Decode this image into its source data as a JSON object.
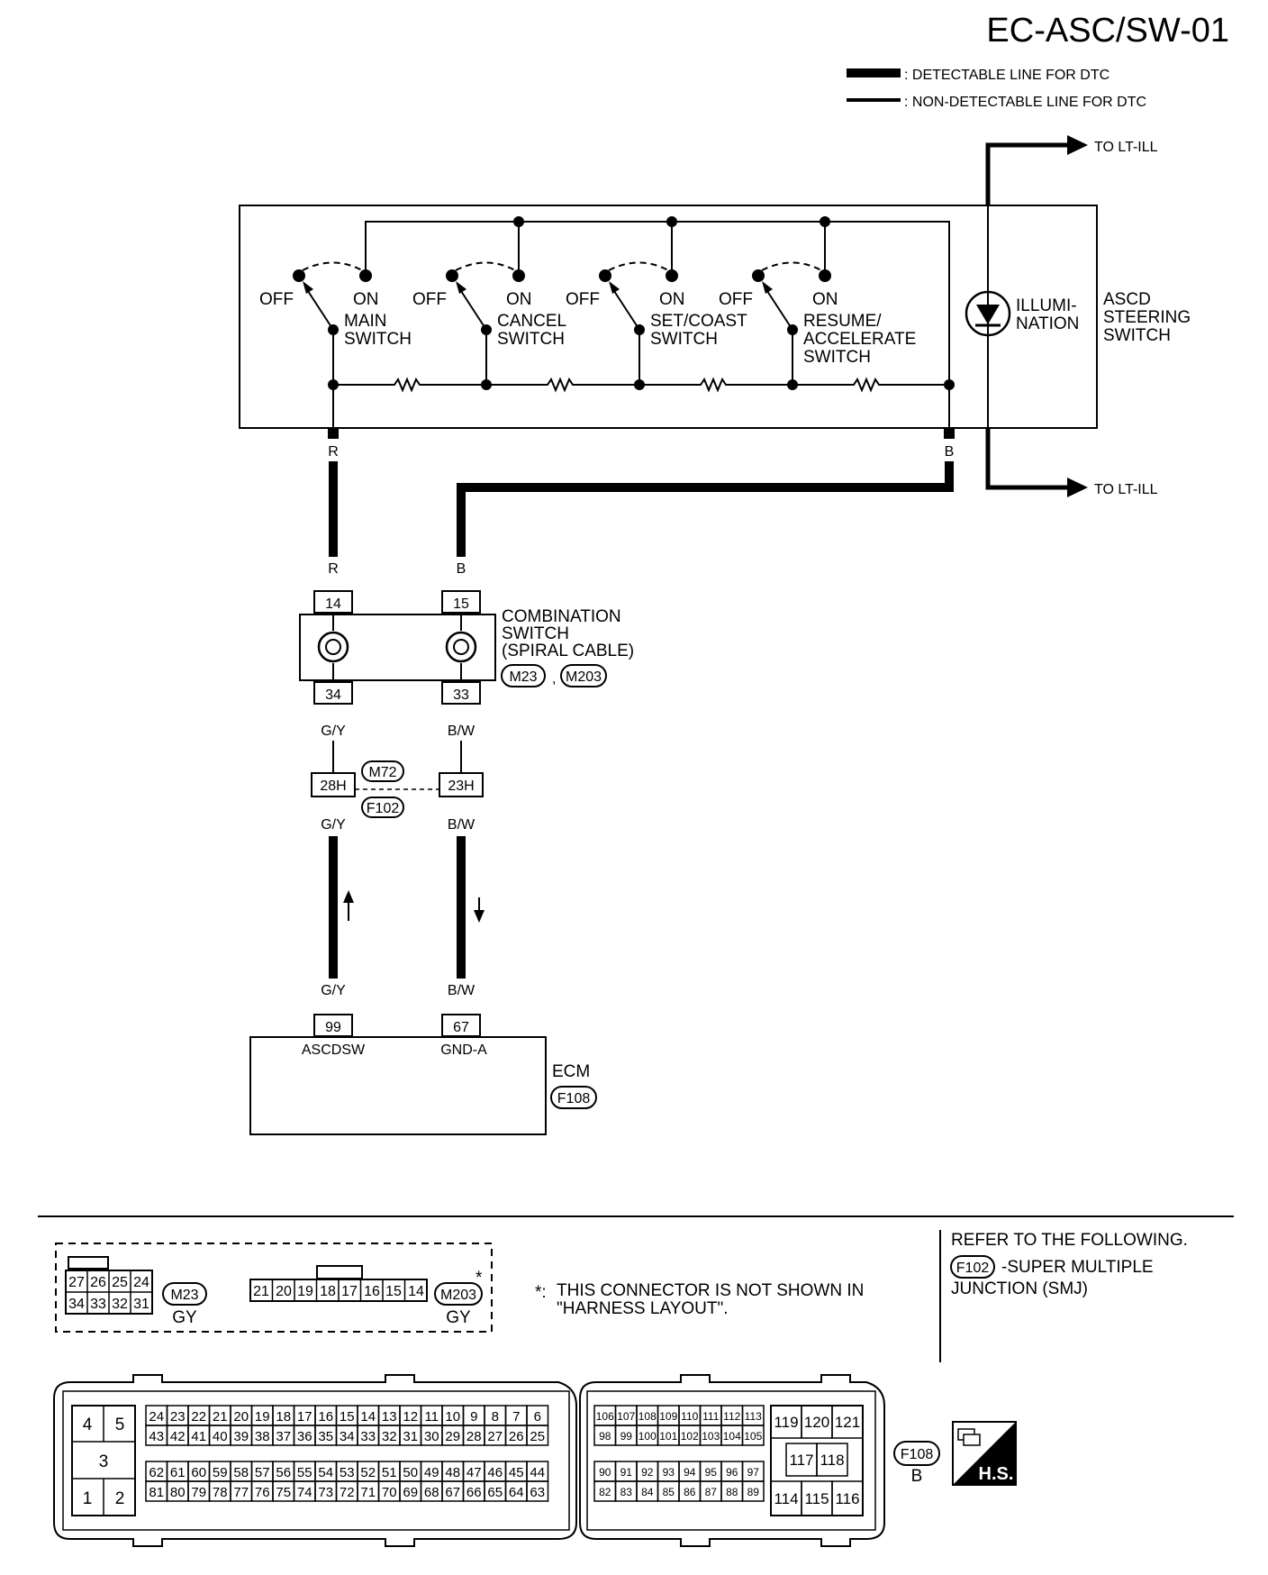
{
  "title": "EC-ASC/SW-01",
  "legend": {
    "detectable": ": DETECTABLE LINE FOR DTC",
    "non_detectable": ": NON-DETECTABLE LINE FOR DTC"
  },
  "to_lt_ill": "TO LT-ILL",
  "steering_switch": {
    "name_lines": [
      "ASCD",
      "STEERING",
      "SWITCH"
    ],
    "illumination_lines": [
      "ILLUMI-",
      "NATION"
    ],
    "off": "OFF",
    "on": "ON",
    "switches": [
      {
        "lines": [
          "MAIN",
          "SWITCH"
        ]
      },
      {
        "lines": [
          "CANCEL",
          "SWITCH"
        ]
      },
      {
        "lines": [
          "SET/COAST",
          "SWITCH"
        ]
      },
      {
        "lines": [
          "RESUME/",
          "ACCELERATE",
          "SWITCH"
        ]
      }
    ]
  },
  "wires": {
    "r": "R",
    "b": "B",
    "gy": "G/Y",
    "bw": "B/W"
  },
  "combination_switch": {
    "lines": [
      "COMBINATION",
      "SWITCH",
      "(SPIRAL CABLE)"
    ],
    "pin_top_left": "14",
    "pin_top_right": "15",
    "pin_bottom_left": "34",
    "pin_bottom_right": "33",
    "conn_a": "M23",
    "conn_sep": ",",
    "conn_b": "M203"
  },
  "joint": {
    "pin_left": "28H",
    "pin_right": "23H",
    "conn_top": "M72",
    "conn_bottom": "F102"
  },
  "ecm": {
    "name": "ECM",
    "conn": "F108",
    "pin_left": "99",
    "pin_right": "67",
    "term_left": "ASCDSW",
    "term_right": "GND-A"
  },
  "connectors_detail": {
    "m23": {
      "row1": [
        "27",
        "26",
        "25",
        "24"
      ],
      "row2": [
        "34",
        "33",
        "32",
        "31"
      ],
      "id": "M23",
      "color": "GY"
    },
    "m203": {
      "row": [
        "21",
        "20",
        "19",
        "18",
        "17",
        "16",
        "15",
        "14"
      ],
      "id": "M203",
      "color": "GY",
      "star": "*"
    },
    "note_star": "*:",
    "note_lines": [
      "THIS CONNECTOR IS NOT SHOWN IN",
      "\"HARNESS LAYOUT\"."
    ],
    "refer_lines": [
      "REFER TO THE FOLLOWING."
    ],
    "refer_conn": "F102",
    "refer_text_1": "-SUPER MULTIPLE",
    "refer_text_2": "JUNCTION (SMJ)"
  },
  "ecm_connector": {
    "id": "F108",
    "color": "B",
    "hs_label": "H.S.",
    "left_block": [
      "4",
      "5",
      "3",
      "1",
      "2"
    ],
    "row_a": [
      "24",
      "23",
      "22",
      "21",
      "20",
      "19",
      "18",
      "17",
      "16",
      "15",
      "14",
      "13",
      "12",
      "11",
      "10",
      "9",
      "8",
      "7",
      "6"
    ],
    "row_b": [
      "43",
      "42",
      "41",
      "40",
      "39",
      "38",
      "37",
      "36",
      "35",
      "34",
      "33",
      "32",
      "31",
      "30",
      "29",
      "28",
      "27",
      "26",
      "25"
    ],
    "row_c": [
      "62",
      "61",
      "60",
      "59",
      "58",
      "57",
      "56",
      "55",
      "54",
      "53",
      "52",
      "51",
      "50",
      "49",
      "48",
      "47",
      "46",
      "45",
      "44"
    ],
    "row_d": [
      "81",
      "80",
      "79",
      "78",
      "77",
      "76",
      "75",
      "74",
      "73",
      "72",
      "71",
      "70",
      "69",
      "68",
      "67",
      "66",
      "65",
      "64",
      "63"
    ],
    "mid_a": [
      "106",
      "107",
      "108",
      "109",
      "110",
      "111",
      "112",
      "113"
    ],
    "mid_b": [
      "98",
      "99",
      "100",
      "101",
      "102",
      "103",
      "104",
      "105"
    ],
    "mid_c": [
      "90",
      "91",
      "92",
      "93",
      "94",
      "95",
      "96",
      "97"
    ],
    "mid_d": [
      "82",
      "83",
      "84",
      "85",
      "86",
      "87",
      "88",
      "89"
    ],
    "right_top": [
      "119",
      "120",
      "121"
    ],
    "right_mid": [
      "117",
      "118"
    ],
    "right_bot": [
      "114",
      "115",
      "116"
    ]
  }
}
